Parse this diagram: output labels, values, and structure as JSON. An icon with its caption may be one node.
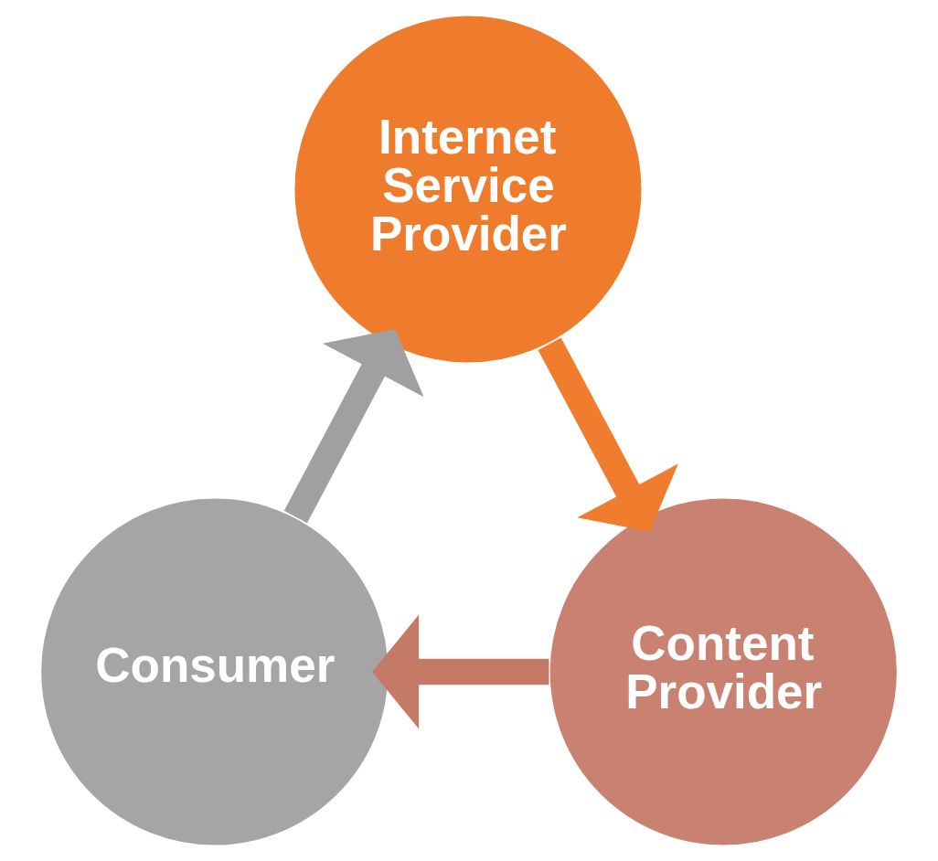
{
  "diagram": {
    "nodes": [
      {
        "text": [
          "Internet Service Provider"
        ]
      },
      {
        "text": [
          "Consumer"
        ]
      },
      {
        "text": [
          "Content Provider"
        ]
      }
    ],
    "edges": [
      {
        "from": 0,
        "to": 2,
        "arrow": "to",
        "color": "#f07d2e"
      },
      {
        "from": 2,
        "to": 1,
        "arrow": "to",
        "color": "#c57a68"
      },
      {
        "from": 1,
        "to": 0,
        "arrow": "to",
        "color": "#a0a0a0"
      }
    ]
  }
}
